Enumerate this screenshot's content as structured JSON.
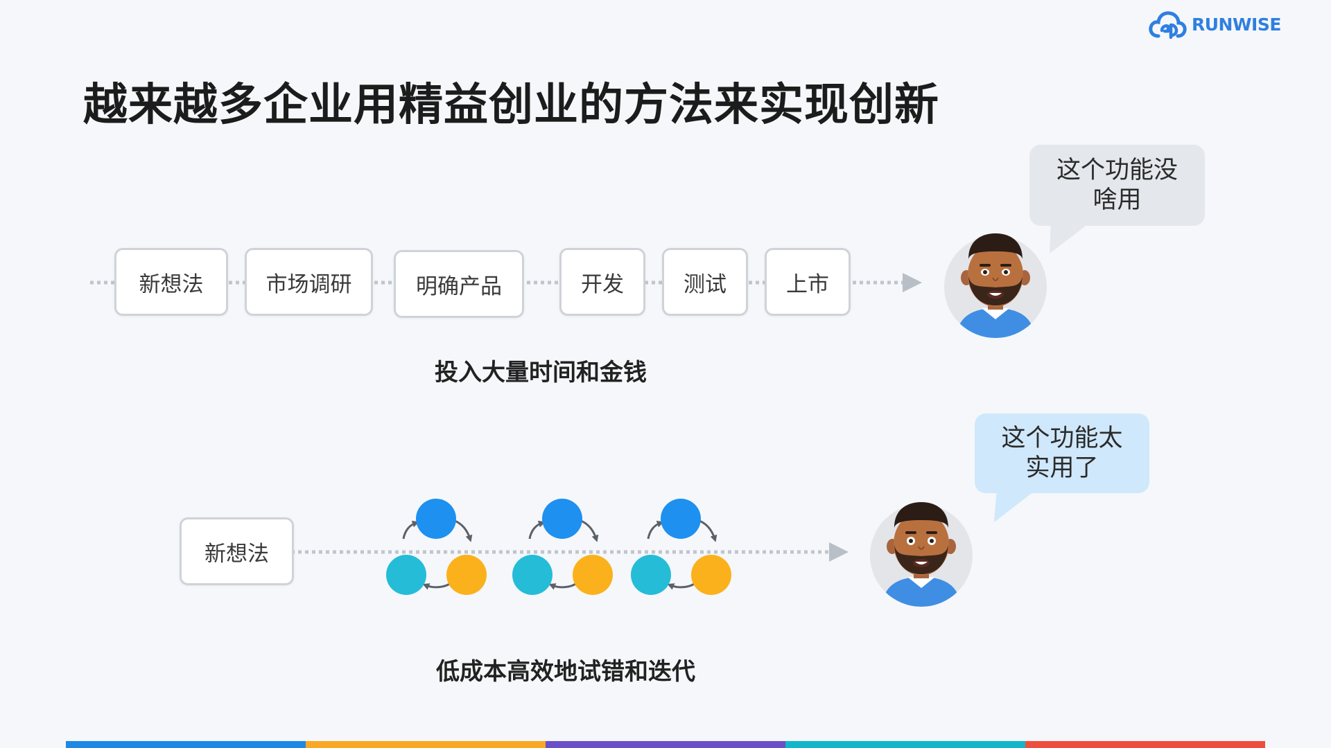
{
  "brand": {
    "name": "RUNWISE",
    "color": "#2f7fe0"
  },
  "title": "越来越多企业用精益创业的方法来实现创新",
  "traditional": {
    "steps": [
      "新想法",
      "市场调研",
      "明确产品",
      "开发",
      "测试",
      "上市"
    ],
    "caption": "投入大量时间和金钱",
    "speech": "这个功能没啥用"
  },
  "lean": {
    "start": "新想法",
    "caption": "低成本高效地试错和迭代",
    "speech": "这个功能太实用了",
    "cycle_colors": [
      "#1e90f0",
      "#25bcd8",
      "#fbb11c"
    ]
  },
  "icons": [
    "cloud-logo-icon",
    "arrow-right-icon",
    "cycle-icon",
    "avatar-icon"
  ],
  "footer_colors": [
    "#1e88e5",
    "#f9a825",
    "#6a4fc8",
    "#13b5c8",
    "#ee4e3e"
  ]
}
